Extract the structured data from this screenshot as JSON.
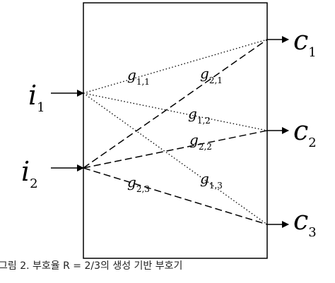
{
  "inputs": [
    {
      "base": "i",
      "sub": "1"
    },
    {
      "base": "i",
      "sub": "2"
    }
  ],
  "outputs": [
    {
      "base": "c",
      "sub": "1"
    },
    {
      "base": "c",
      "sub": "2"
    },
    {
      "base": "c",
      "sub": "3"
    }
  ],
  "edges": [
    {
      "id": "g11",
      "from": 0,
      "to": 0,
      "style": "dotted",
      "base": "g",
      "sub": "1,1"
    },
    {
      "id": "g12",
      "from": 0,
      "to": 1,
      "style": "dotted",
      "base": "g",
      "sub": "1,2"
    },
    {
      "id": "g13",
      "from": 0,
      "to": 2,
      "style": "dotted",
      "base": "g",
      "sub": "1,3"
    },
    {
      "id": "g21",
      "from": 1,
      "to": 0,
      "style": "dashed",
      "base": "g",
      "sub": "2,1"
    },
    {
      "id": "g22",
      "from": 1,
      "to": 1,
      "style": "dashed",
      "base": "g",
      "sub": "2,2"
    },
    {
      "id": "g23",
      "from": 1,
      "to": 2,
      "style": "dashed",
      "base": "g",
      "sub": "2,3"
    }
  ],
  "caption": "그림 2. 부호율 R = 2/3의 생성 기반 부호기"
}
